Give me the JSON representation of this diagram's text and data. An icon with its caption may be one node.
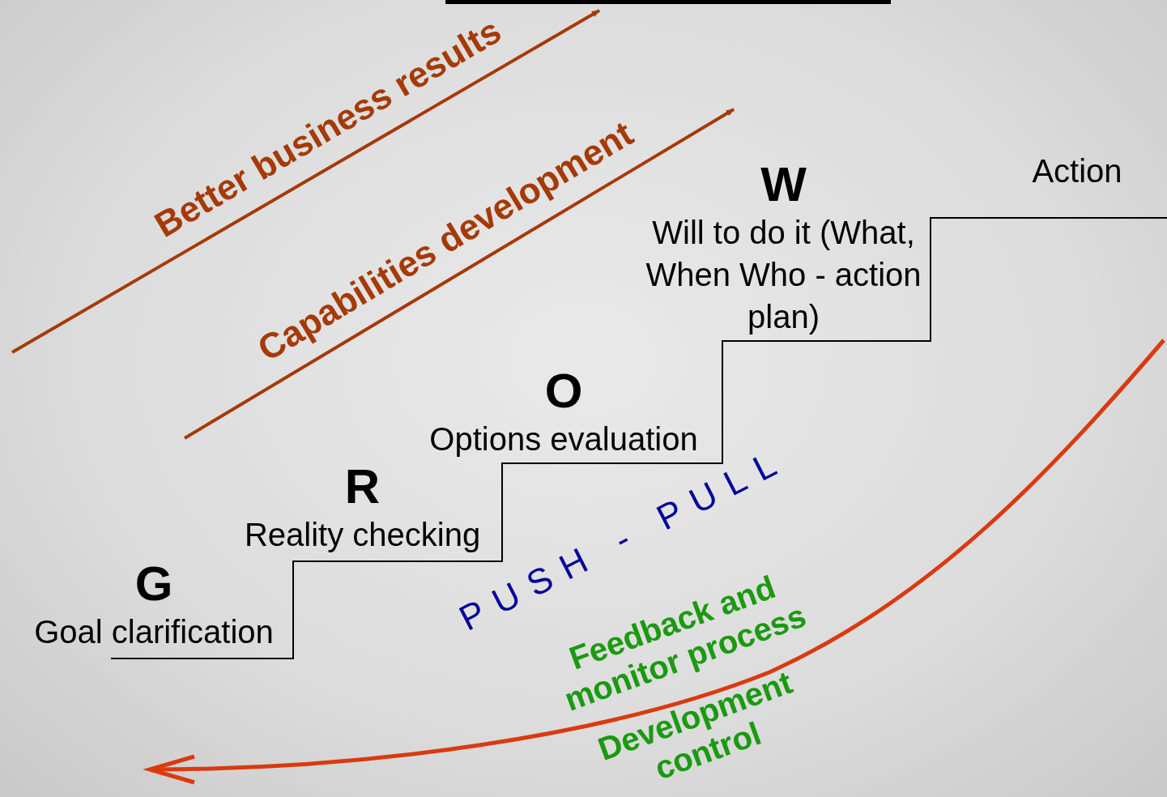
{
  "diagram": {
    "nodes": [
      {
        "text": [
          "G",
          "Goal clarification"
        ]
      },
      {
        "text": [
          "R",
          "Reality checking"
        ]
      },
      {
        "text": [
          "O",
          "Options evaluation"
        ]
      },
      {
        "text": [
          "W",
          "Will to do it (What, When Who - action plan)"
        ]
      },
      {
        "text": [
          "Action"
        ]
      }
    ],
    "labels": [
      "Better business results",
      "Capabilities development",
      "PUSH - PULL",
      "Feedback and monitor process",
      "Development control"
    ]
  }
}
